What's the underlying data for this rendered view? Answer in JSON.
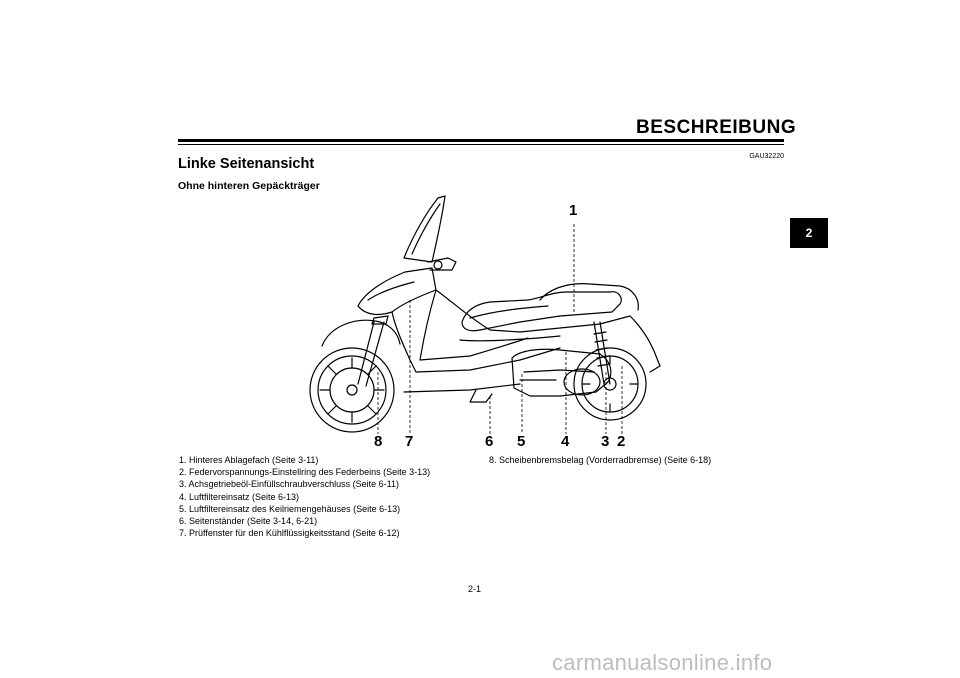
{
  "header": {
    "title": "BESCHREIBUNG"
  },
  "doc_code": "GAU32220",
  "section_title": "Linke Seitenansicht",
  "subsection_title": "Ohne hinteren Gepäckträger",
  "chapter_tab": "2",
  "callouts": [
    "1",
    "8",
    "7",
    "6",
    "5",
    "4",
    "3",
    "2"
  ],
  "legend": [
    "1.  Hinteres Ablagefach (Seite 3-11)",
    "2.  Federvorspannungs-Einstellring des Federbeins (Seite 3-13)",
    "3.  Achsgetriebeöl-Einfüllschraubverschluss (Seite 6-11)",
    "4.  Luftfiltereinsatz (Seite 6-13)",
    "5.  Luftfiltereinsatz des Keilriemengehäuses (Seite 6-13)",
    "6.  Seitenständer (Seite 3-14, 6-21)",
    "7.  Prüffenster für den Kühlflüssigkeitsstand (Seite 6-12)",
    "8.  Scheibenbremsbelag (Vorderradbremse) (Seite 6-18)"
  ],
  "page_number": "2-1",
  "footer_url": "carmanualsonline.info"
}
